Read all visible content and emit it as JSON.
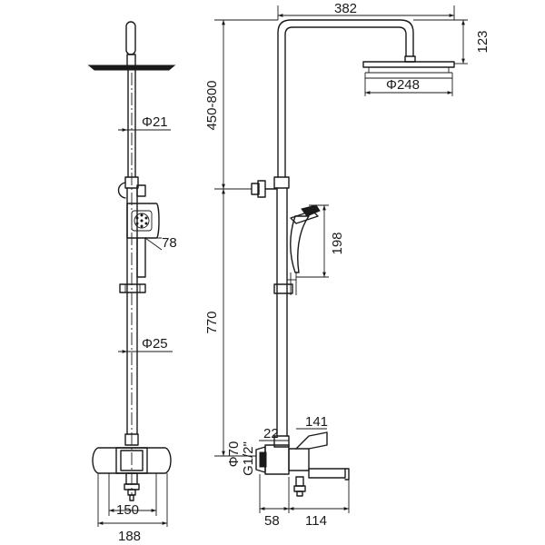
{
  "dimensions": {
    "d382": "382",
    "d123": "123",
    "d248": "Φ248",
    "d450": "450-800",
    "d21": "Φ21",
    "d78": "78",
    "d198": "198",
    "d770": "770",
    "d25": "Φ25",
    "d22": "22",
    "d141": "141",
    "d70": "Φ70",
    "dG12": "G1/2\"",
    "d150": "150",
    "d188": "188",
    "d58": "58",
    "d114": "114"
  }
}
